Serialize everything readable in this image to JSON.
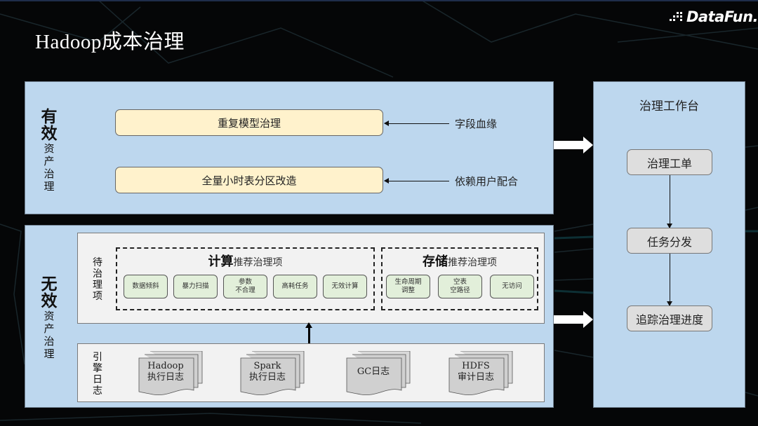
{
  "slide": {
    "title": "Hadoop成本治理",
    "logo_text": "DataFun."
  },
  "valid_assets": {
    "label_big": [
      "有",
      "效"
    ],
    "label_small": [
      "资",
      "产",
      "治",
      "理"
    ],
    "items": [
      {
        "label": "重复模型治理",
        "input_note": "字段血缘"
      },
      {
        "label": "全量小时表分区改造",
        "input_note": "依赖用户配合"
      }
    ]
  },
  "invalid_assets": {
    "label_big": [
      "无",
      "效"
    ],
    "label_small": [
      "资",
      "产",
      "治",
      "理"
    ],
    "pending": {
      "label": [
        "待",
        "治",
        "理",
        "项"
      ],
      "compute_group": {
        "title_strong": "计算",
        "title_rest": "推荐治理项",
        "items": [
          "数据倾斜",
          "暴力扫描",
          "参数\n不合理",
          "高耗任务",
          "无效计算"
        ]
      },
      "storage_group": {
        "title_strong": "存储",
        "title_rest": "推荐治理项",
        "items": [
          "生命周期\n调整",
          "空表\n空路径",
          "无访问"
        ]
      }
    },
    "engine_logs": {
      "label": [
        "引",
        "擎",
        "日",
        "志"
      ],
      "docs": [
        "Hadoop\n执行日志",
        "Spark\n执行日志",
        "GC日志",
        "HDFS\n审计日志"
      ]
    }
  },
  "workbench": {
    "title": "治理工作台",
    "steps": [
      "治理工单",
      "任务分发",
      "追踪治理进度"
    ]
  },
  "colors": {
    "panel_bg": "#bdd7ee",
    "yellow_box": "#fff2cc",
    "green_item": "#e2efda",
    "gray_box": "#dedede",
    "sub_panel": "#f2f2f2",
    "background": "#050607"
  }
}
